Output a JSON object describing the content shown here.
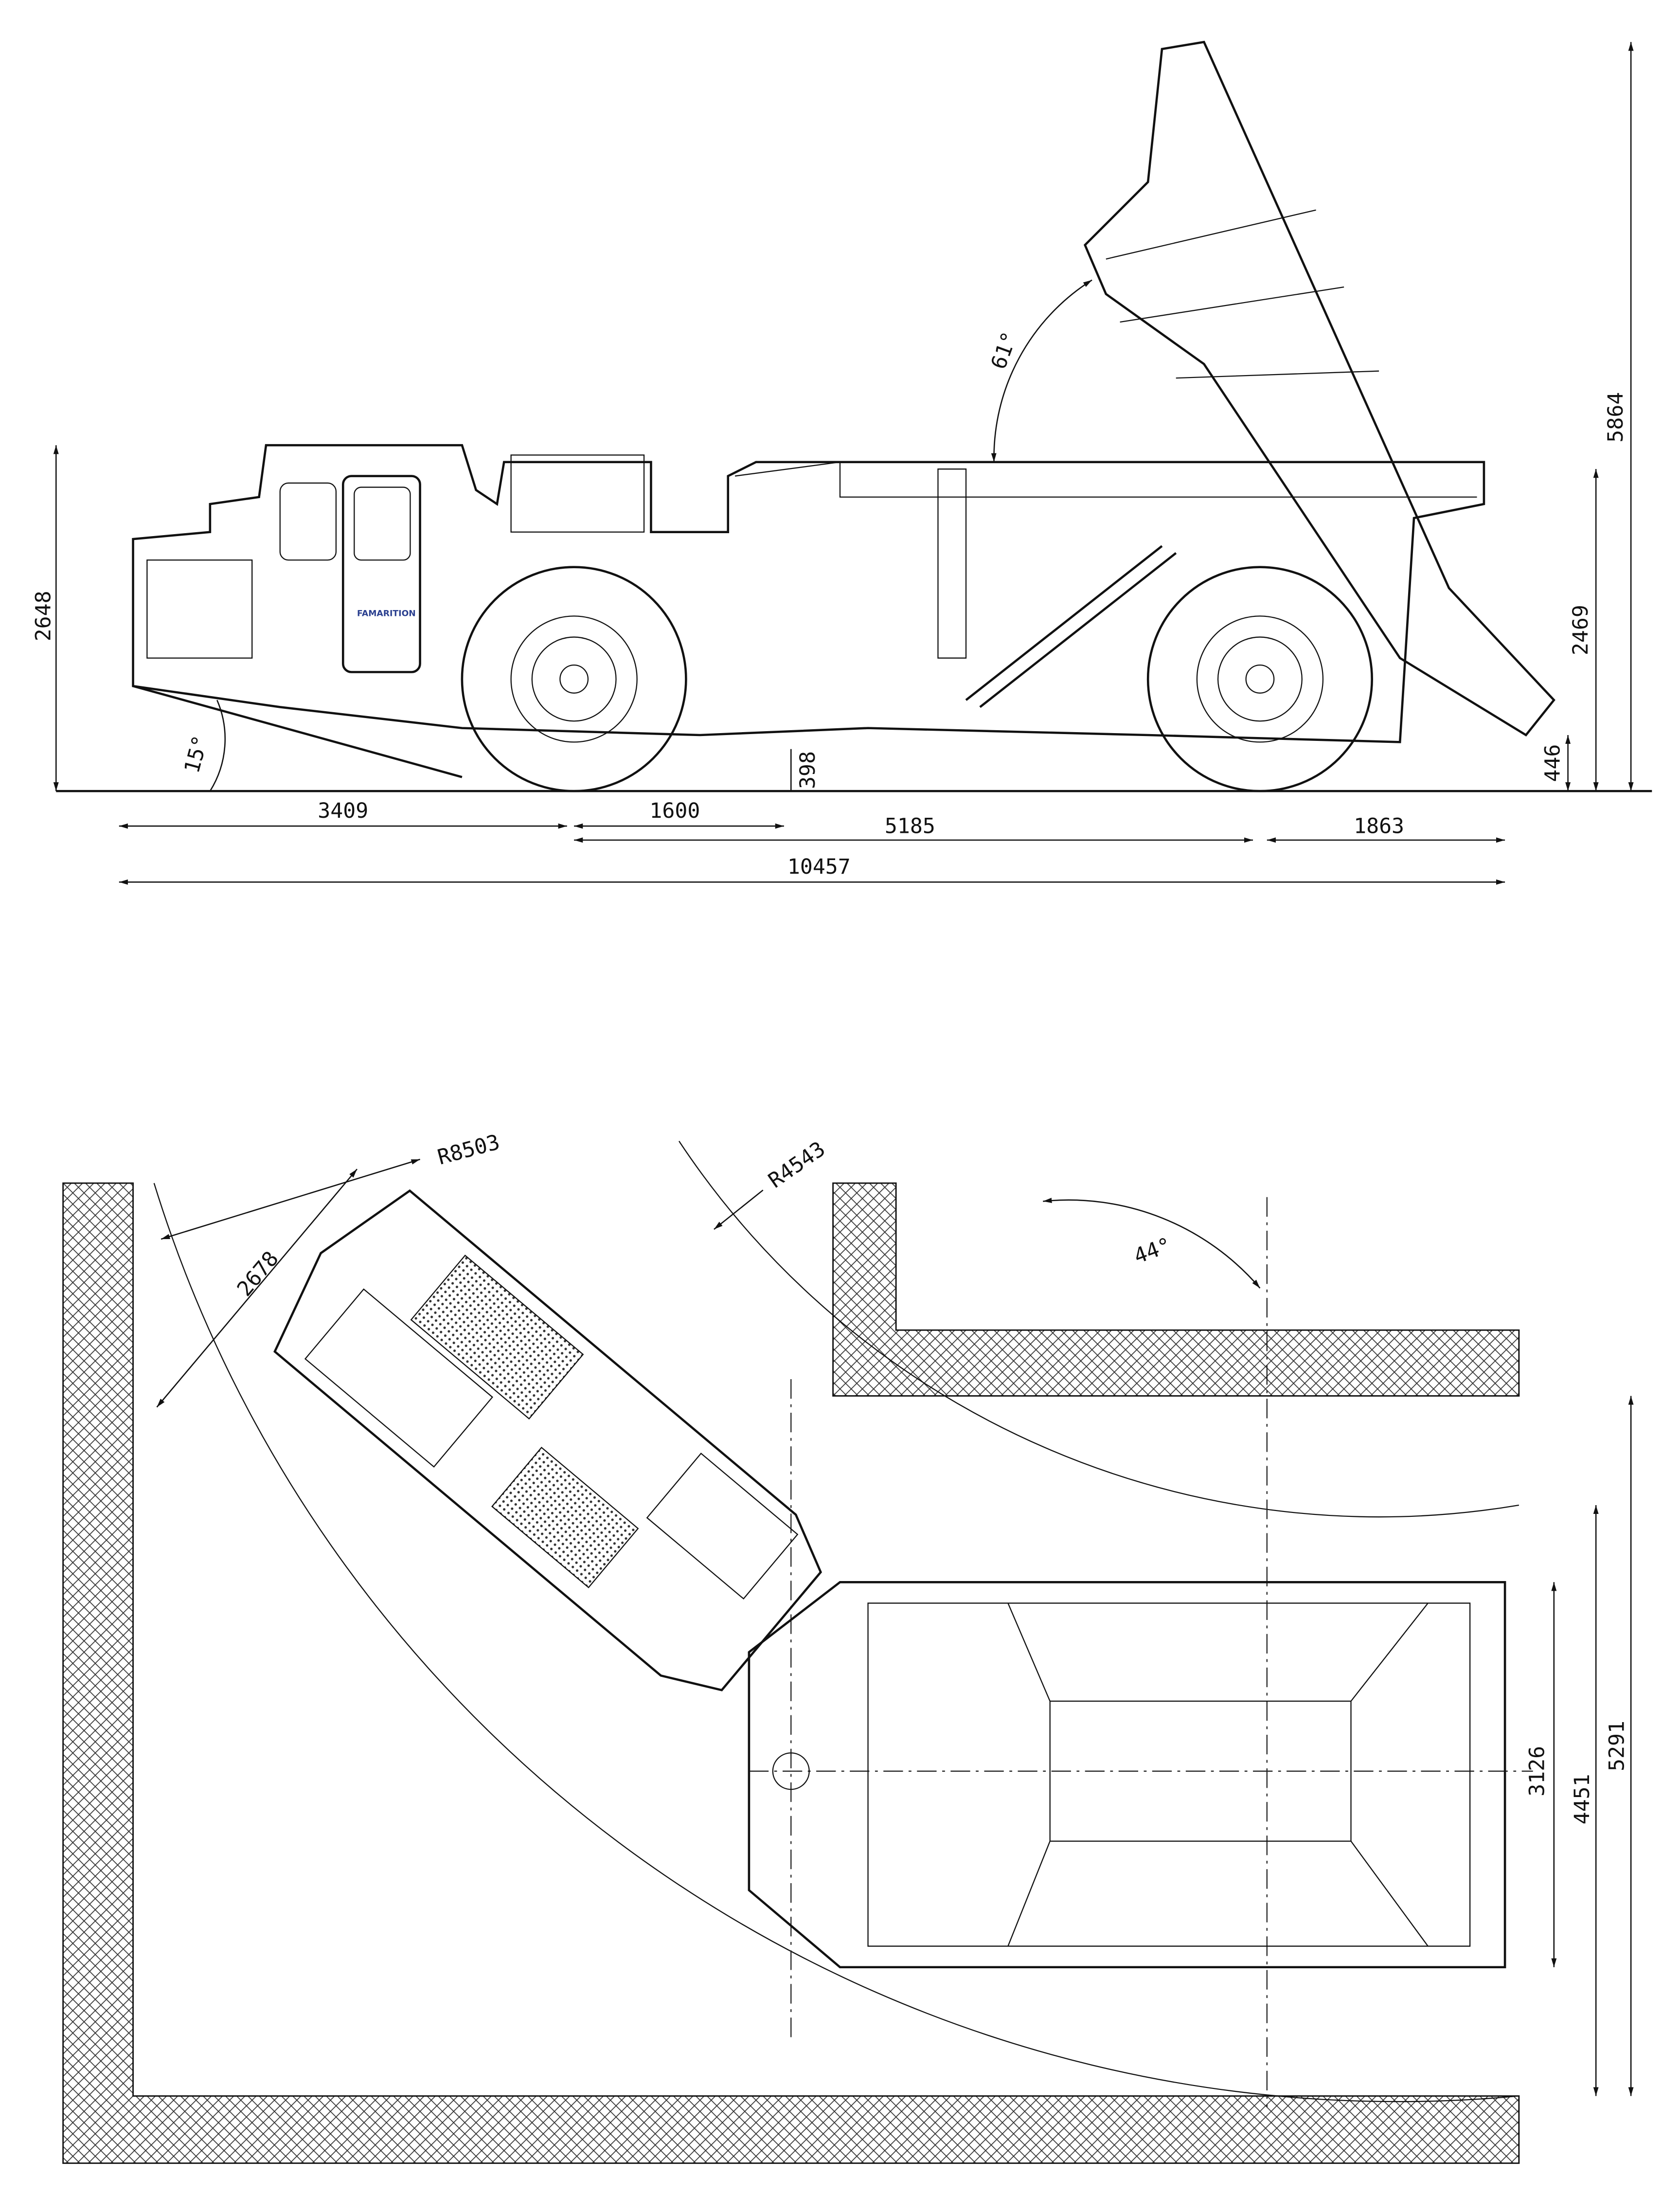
{
  "side_view": {
    "logo_text": "FAMARITION",
    "dimensions": {
      "overall_height": "2648",
      "approach_angle": "15°",
      "front_overhang": "3409",
      "front_axle_to_center": "1600",
      "ground_clearance": "398",
      "wheelbase": "5185",
      "rear_overhang": "1863",
      "overall_length": "10457",
      "rear_clearance": "446",
      "box_height": "2469",
      "tipped_height": "5864",
      "tip_angle": "61°"
    }
  },
  "plan_view": {
    "dimensions": {
      "outer_radius": "R8503",
      "inner_radius": "R4543",
      "cab_width": "2678",
      "articulation_angle": "44°",
      "box_width_inner": "3126",
      "box_width_outer": "4451",
      "aisle_width": "5291"
    }
  },
  "colors": {
    "line": "#111111",
    "logo": "#2a3f8f",
    "background": "#ffffff"
  }
}
